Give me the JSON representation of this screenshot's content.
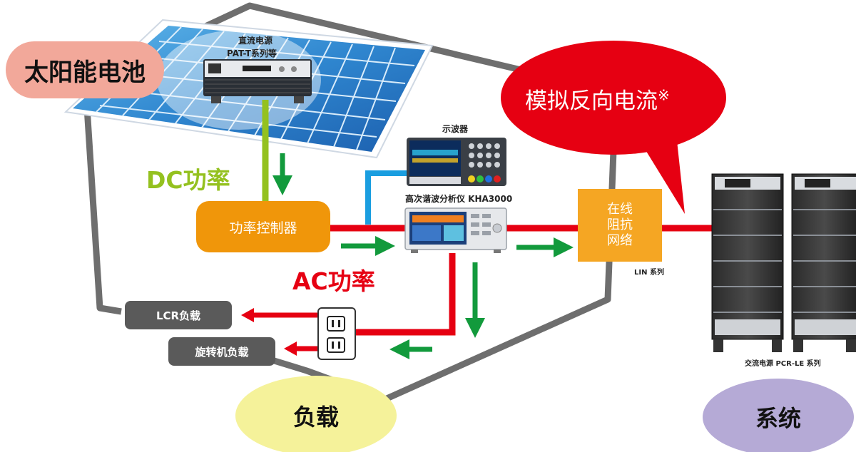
{
  "labels": {
    "solar_cell": "太阳能电池",
    "dc_source": "直流电源",
    "dc_source_series": "PAT-T系列等",
    "dc_power": "DC功率",
    "power_controller": "功率控制器",
    "ac_power": "AC功率",
    "oscilloscope": "示波器",
    "harmonic_analyzer": "高次谐波分析仪 KHA3000",
    "lin_line1": "在线",
    "lin_line2": "阻抗",
    "lin_line3": "网络",
    "lin_series": "LIN 系列",
    "reverse_current": "模拟反向电流",
    "reverse_current_mark": "※",
    "lcr_load": "LCR负载",
    "rotating_load": "旋转机负载",
    "load": "负载",
    "system": "系统",
    "ac_source": "交流电源 PCR-LE 系列"
  },
  "colors": {
    "house_outline": "#6e6e6e",
    "dc_line": "#94c11f",
    "ac_line": "#e60012",
    "flow_arrow": "#129a3c",
    "signal_line": "#1a9ee0",
    "controller_box": "#f0960a",
    "lin_box": "#f5a623",
    "load_tag": "#5a5a5a",
    "callout": "#e60012",
    "solar_label_bg": "#f2a89a",
    "load_label_bg": "#f5f29a",
    "system_label_bg": "#b5aad6"
  }
}
